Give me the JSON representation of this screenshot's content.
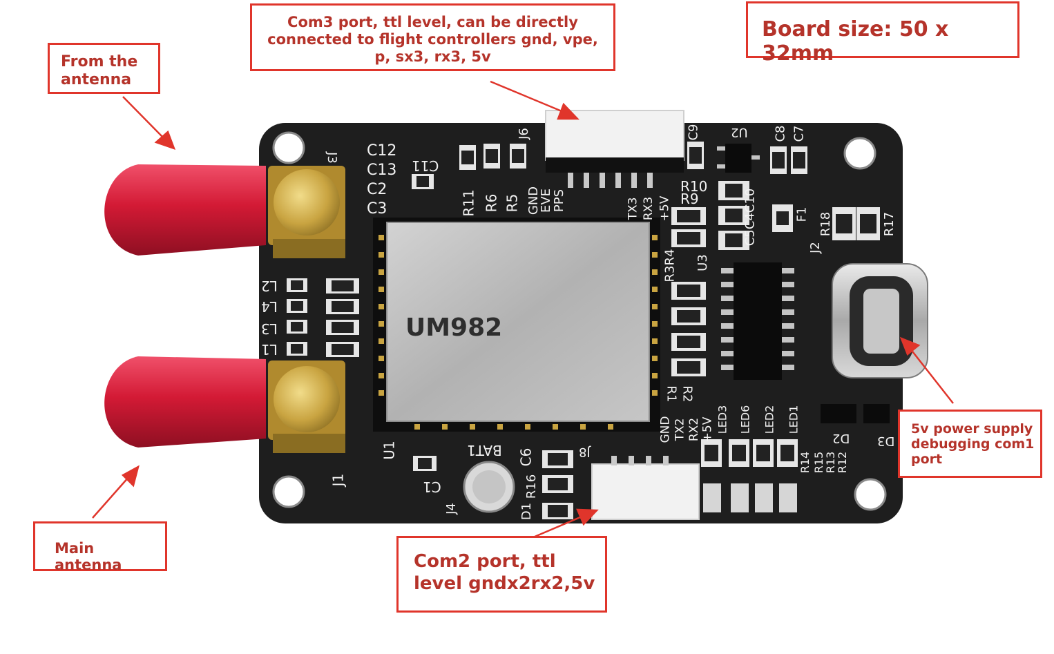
{
  "title": "Board size: 50 x 32mm",
  "callouts": {
    "com3": "Com3 port, ttl level, can be directly connected to flight controllers gnd, vpe, p, sx3, rx3, 5v",
    "from_antenna": "From the antenna",
    "main_antenna": "Main antenna",
    "com2": "Com2 port, ttl level gndx2rx2,5v",
    "usb": "5v power supply debugging com1 port"
  },
  "module_label": "UM982",
  "silkscreen": {
    "top_caps": [
      "C12",
      "C13",
      "C2",
      "C3"
    ],
    "c11": "C11",
    "resistors_top": [
      "R11",
      "R6",
      "R5"
    ],
    "header_top_pins": [
      "GND",
      "EVE",
      "PPS"
    ],
    "header_top_pins_right": [
      "TX3",
      "RX3",
      "+5V"
    ],
    "j6": "J6",
    "c9": "C9",
    "u2": "U2",
    "c8": "C8",
    "c7": "C7",
    "r10": "R10",
    "r9": "R9",
    "c5c4c10": "C5C4C10",
    "f1": "F1",
    "r18": "R18",
    "r17": "R17",
    "j2": "J2",
    "u3": "U3",
    "r4": "R4",
    "r3": "R3",
    "r2": "R2",
    "r1": "R1",
    "j3": "J3",
    "l2": "L2",
    "l4": "L4",
    "l3": "L3",
    "l1": "L1",
    "u1": "U1",
    "j1": "J1",
    "bat1": "BAT1",
    "c6": "C6",
    "c1": "C1",
    "j4": "J4",
    "r16": "R16",
    "d1": "D1",
    "j8": "J8",
    "header_bottom_pins": [
      "GND",
      "TX2",
      "RX2",
      "+5V"
    ],
    "leds": [
      "LED3",
      "LED6",
      "LED2",
      "LED1"
    ],
    "resistors_bottom": [
      "R14",
      "R15",
      "R13",
      "R12"
    ],
    "d3": "D3",
    "d2": "D2"
  },
  "colors": {
    "callout_border": "#e0352b",
    "callout_text": "#b5332a",
    "pcb": "#1e1e1e",
    "antenna_cap": "#d31a35",
    "gold": "#c9a441",
    "shield": "#b8b8b8"
  }
}
